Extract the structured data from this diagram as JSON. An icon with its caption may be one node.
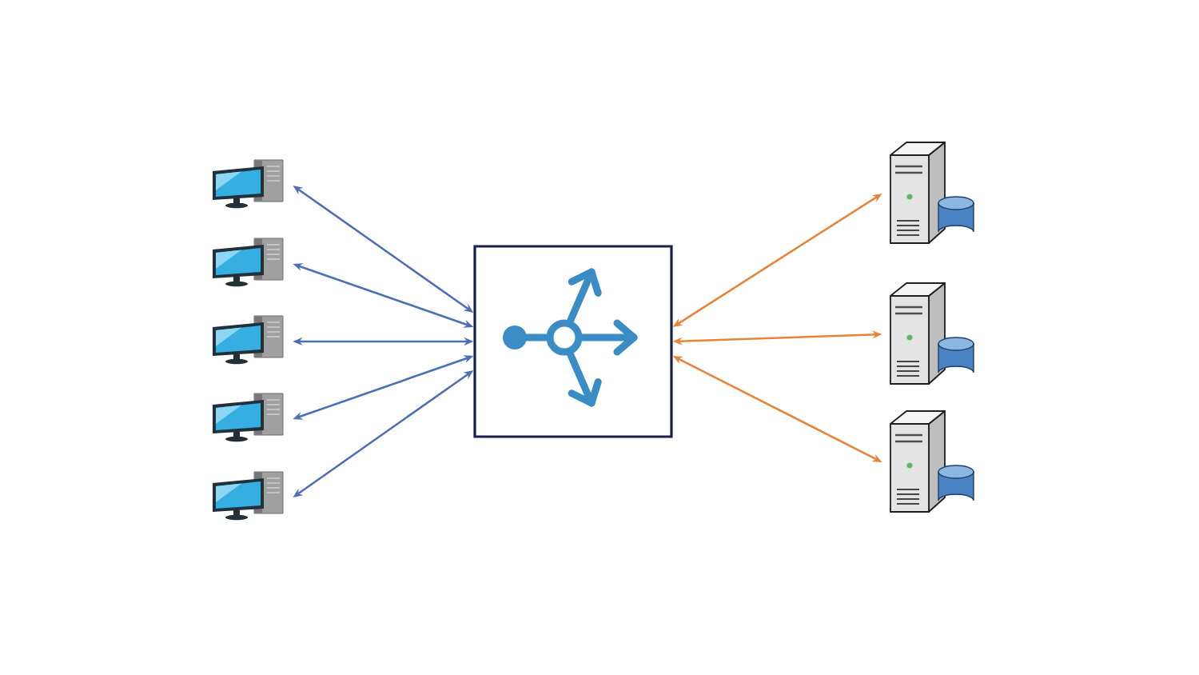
{
  "diagram": {
    "nodes": [
      {
        "text": [],
        "shape": "picture"
      },
      {
        "text": [],
        "shape": "picture"
      },
      {
        "text": [],
        "shape": "picture"
      },
      {
        "text": [],
        "shape": "picture"
      },
      {
        "text": [],
        "shape": "picture"
      },
      {
        "text": [],
        "shape": "box"
      },
      {
        "text": [],
        "shape": "picture"
      },
      {
        "text": [],
        "shape": "picture"
      },
      {
        "text": [],
        "shape": "picture"
      }
    ],
    "edges": [
      {
        "from": 0,
        "to": 5,
        "arrow": "both"
      },
      {
        "from": 1,
        "to": 5,
        "arrow": "both"
      },
      {
        "from": 2,
        "to": 5,
        "arrow": "both"
      },
      {
        "from": 3,
        "to": 5,
        "arrow": "both"
      },
      {
        "from": 4,
        "to": 5,
        "arrow": "both"
      },
      {
        "from": 5,
        "to": 6,
        "arrow": "both",
        "color": "#e8833a"
      },
      {
        "from": 5,
        "to": 7,
        "arrow": "both",
        "color": "#e8833a"
      },
      {
        "from": 5,
        "to": 8,
        "arrow": "both",
        "color": "#e8833a"
      }
    ]
  }
}
